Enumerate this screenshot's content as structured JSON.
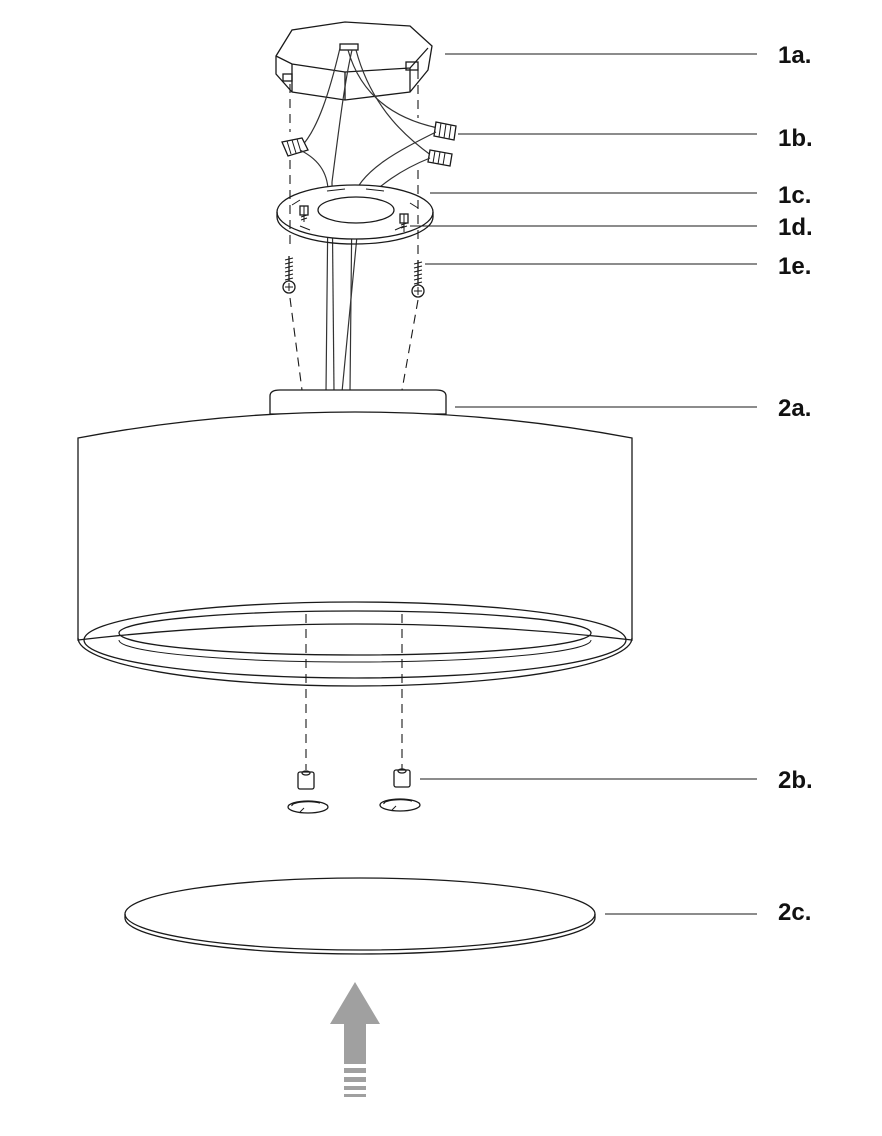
{
  "labels": {
    "part_1a": "1a.",
    "part_1b": "1b.",
    "part_1c": "1c.",
    "part_1d": "1d.",
    "part_1e": "1e.",
    "part_2a": "2a.",
    "part_2b": "2b.",
    "part_2c": "2c."
  },
  "colors": {
    "line": "#1a1a1a",
    "arrow": "#a0a0a0",
    "background": "#ffffff"
  }
}
